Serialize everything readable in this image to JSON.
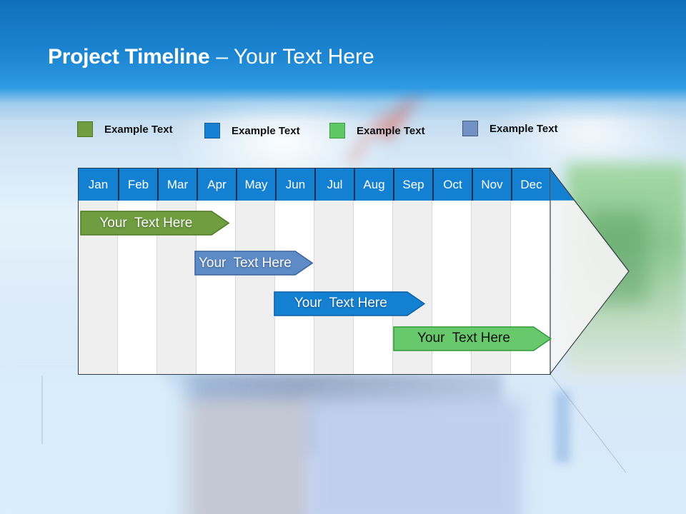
{
  "slide": {
    "title_bold": "Project Timeline",
    "title_regular": "– Your Text Here"
  },
  "legend": {
    "items": [
      {
        "label": "Example Text",
        "color": "#6f9d3f",
        "border": "#4e7427"
      },
      {
        "label": "Example Text",
        "color": "#1681d4",
        "border": "#0f5d9a"
      },
      {
        "label": "Example Text",
        "color": "#5fc763",
        "border": "#3b9c40"
      },
      {
        "label": "Example Text",
        "color": "#7291c4",
        "border": "#47597c"
      }
    ]
  },
  "timeline": {
    "months": [
      "Jan",
      "Feb",
      "Mar",
      "Apr",
      "May",
      "Jun",
      "Jul",
      "Aug",
      "Sep",
      "Oct",
      "Nov",
      "Dec"
    ],
    "header_color": "#1480d2",
    "header_separator_color": "#112f52",
    "stripe_color": "#efefef",
    "bars": [
      {
        "label": "Your  Text Here",
        "start": 0.05,
        "end": 3.38,
        "fill": "#6f9d3f",
        "border": "#4f7a26",
        "text": "#ffffff"
      },
      {
        "label": "Your  Text Here",
        "start": 2.96,
        "end": 5.51,
        "fill": "#5e8bc6",
        "border": "#3a649f",
        "text": "#ffffff"
      },
      {
        "label": "Your  Text Here",
        "start": 4.98,
        "end": 8.36,
        "fill": "#1480d2",
        "border": "#0d5fa8",
        "text": "#ffffff"
      },
      {
        "label": "Your  Text Here",
        "start": 8.02,
        "end": 11.58,
        "fill": "#68c96c",
        "border": "#2e9a39",
        "text": "#111111"
      }
    ]
  }
}
